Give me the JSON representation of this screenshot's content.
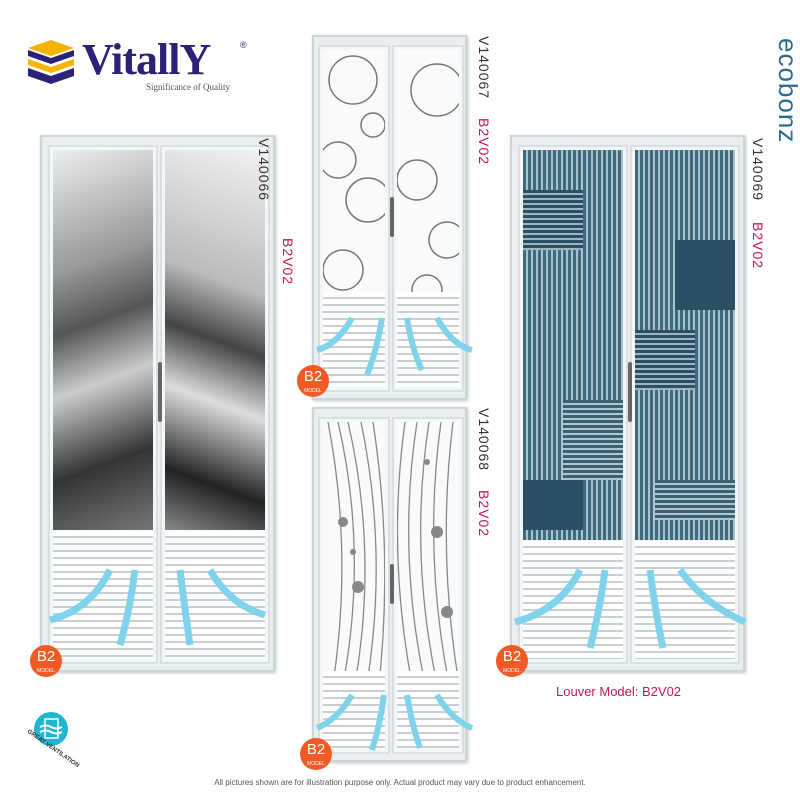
{
  "brand": {
    "name": "VitallY",
    "registered": "®",
    "tagline": "Significance of Quality",
    "partner": "ecobonz",
    "colors": {
      "navy": "#2a2277",
      "gold": "#f5b400",
      "accent": "#c2185b",
      "badge": "#f15a24",
      "arrow": "#7fd3ea"
    }
  },
  "doors": [
    {
      "code": "V140066",
      "model": "B2V02",
      "badge": "B2",
      "badge_sub": "MODEL"
    },
    {
      "code": "V140067",
      "model": "B2V02",
      "badge": "B2",
      "badge_sub": "MODEL"
    },
    {
      "code": "V140068",
      "model": "B2V02",
      "badge": "B2",
      "badge_sub": "MODEL"
    },
    {
      "code": "V140069",
      "model": "B2V02",
      "badge": "B2",
      "badge_sub": "MODEL"
    }
  ],
  "louver_model": "Louver Model: B2V02",
  "feature": "GREAT VENTILATION",
  "disclaimer": "All pictures shown are for illustration purpose only. Actual product may vary due to product enhancement."
}
